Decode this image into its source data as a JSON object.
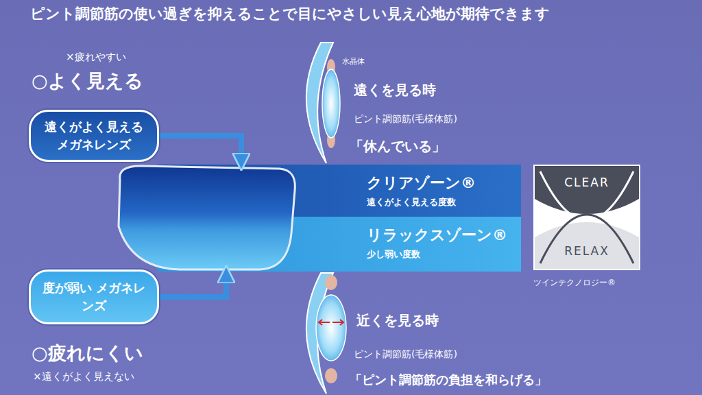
{
  "diagram": {
    "title": "ピント調節筋の使い過ぎを抑えることで目にやさしい見え心地が期待できます",
    "nodes": [
      {
        "text": [
          "遠くがよく見える メガネレンズ"
        ]
      },
      {
        "text": [
          "クリアゾーン®",
          "遠くがよく見える度数"
        ]
      },
      {
        "text": [
          "リラックスゾーン®",
          "少し弱い度数"
        ]
      },
      {
        "text": [
          "CLEAR",
          "RELAX",
          "ツインテクノロジー®"
        ]
      },
      {
        "text": [
          "度が弱い メガネレンズ"
        ]
      }
    ],
    "edges": [
      {
        "from": 0,
        "to": 1,
        "arrow": "to"
      },
      {
        "from": 4,
        "to": 2,
        "arrow": "to"
      }
    ],
    "labels": [
      "×疲れやすい",
      "○よく見える",
      "水晶体",
      "遠くを見る時",
      "ピント調節筋(毛様体筋)",
      "「休んでいる」",
      "近くを見る時",
      "ピント調節筋(毛様体筋)",
      "「ピント調節筋の負担を和らげる」",
      "○疲れにくい",
      "×遠くがよく見えない"
    ]
  }
}
